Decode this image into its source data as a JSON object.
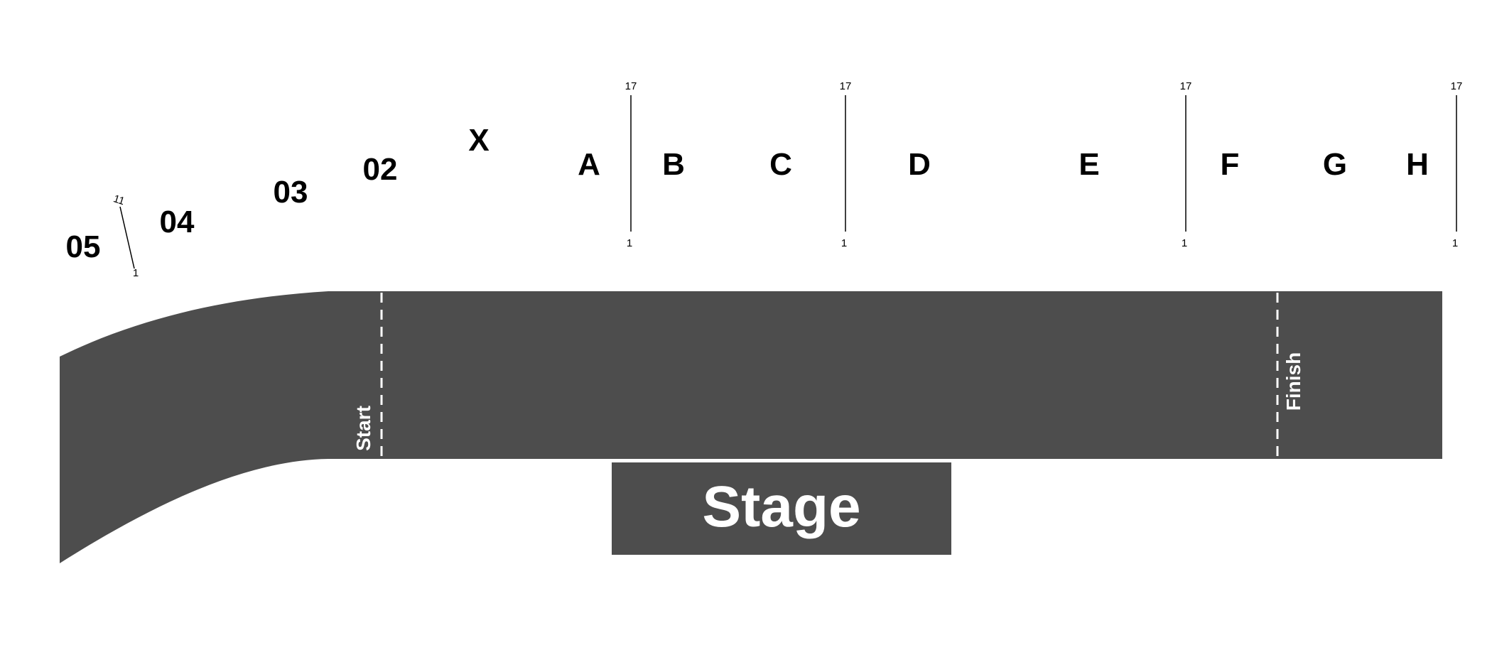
{
  "colors": {
    "track": "#4d4d4d",
    "stage": "#4d4d4d",
    "text_on_dark": "#ffffff",
    "text": "#000000"
  },
  "sections": {
    "s05": "05",
    "s04": "04",
    "s03": "03",
    "s02": "02",
    "sX": "X",
    "sA": "A",
    "sB": "B",
    "sC": "C",
    "sD": "D",
    "sE": "E",
    "sF": "F",
    "sG": "G",
    "sH": "H"
  },
  "row_markers": {
    "curve_top": "11",
    "curve_bottom": "1",
    "top": "17",
    "bottom": "1"
  },
  "track": {
    "start_label": "Start",
    "finish_label": "Finish"
  },
  "stage": {
    "label": "Stage"
  }
}
